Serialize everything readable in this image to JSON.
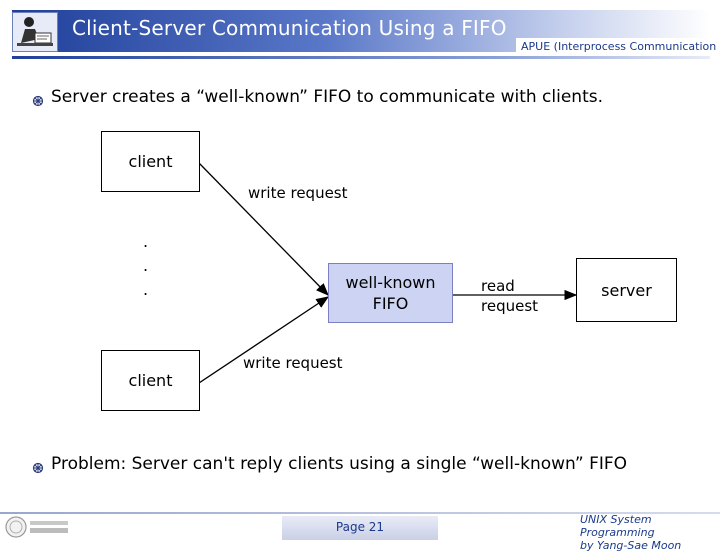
{
  "header": {
    "title": "Client-Server Communication Using a FIFO",
    "subtitle": "APUE (Interprocess Communication"
  },
  "bullets": [
    "Server creates a “well-known” FIFO to communicate with clients.",
    "Problem: Server can't reply clients using a single “well-known” FIFO"
  ],
  "diagram": {
    "client_top": "client",
    "client_bottom": "client",
    "ellipsis": [
      ".",
      ".",
      "."
    ],
    "fifo": "well-known\nFIFO",
    "server": "server",
    "write_request_top": "write request",
    "write_request_bottom": "write request",
    "read_request": "read\nrequest"
  },
  "footer": {
    "page": "Page 21",
    "credit": "UNIX System Programming\nby Yang-Sae Moon"
  },
  "colors": {
    "header_blue": "#1f3f9a",
    "fifo_fill": "#cdd3f2",
    "footer_text": "#1a3a8a"
  },
  "icons": {
    "logo": "professor-at-desk-icon",
    "bullet": "bullet-icon",
    "footer_logo": "university-seal-icon"
  }
}
